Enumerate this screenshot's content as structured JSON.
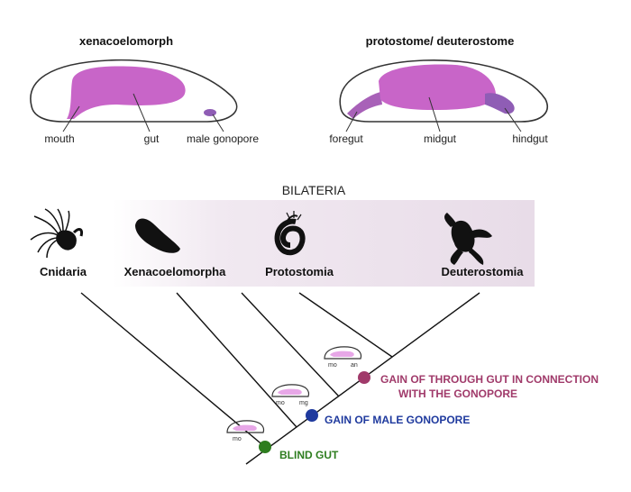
{
  "panels": {
    "left": {
      "title": "xenacoelomorph",
      "labels": {
        "mouth": "mouth",
        "gut": "gut",
        "gonopore": "male gonopore"
      }
    },
    "right": {
      "title": "protostome/ deuterostome",
      "labels": {
        "foregut": "foregut",
        "midgut": "midgut",
        "hindgut": "hindgut"
      }
    }
  },
  "tree": {
    "clade_label": "BILATERIA",
    "taxa": [
      "Cnidaria",
      "Xenacoelomorpha",
      "Protostomia",
      "Deuterostomia"
    ],
    "icon_labels": {
      "blind": [
        "mo"
      ],
      "gonopore": [
        "mo",
        "mg"
      ],
      "through": [
        "mo",
        "an"
      ]
    },
    "nodes": [
      {
        "text": "BLIND GUT",
        "color": "#2e7d1f"
      },
      {
        "text": "GAIN OF MALE GONOPORE",
        "color": "#1f3a9e"
      },
      {
        "text": "GAIN OF THROUGH GUT IN CONNECTION",
        "text2": "WITH THE GONOPORE",
        "color": "#a03a6a"
      }
    ]
  },
  "colors": {
    "gut": "#c865c8",
    "hindgut": "#8f5db5",
    "bilateria_band": "#ece2ec",
    "outline": "#333333"
  }
}
